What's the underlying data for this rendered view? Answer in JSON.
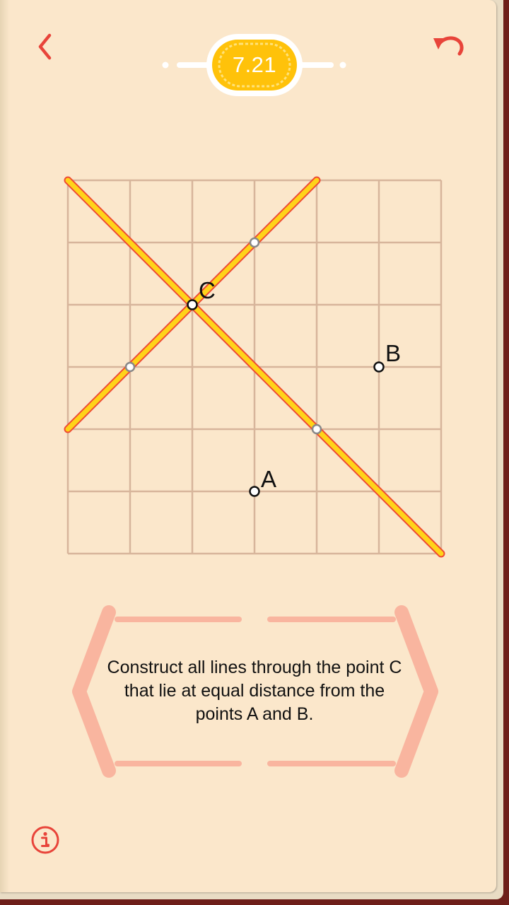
{
  "header": {
    "level": "7.21",
    "back_icon": "chevron-left-icon",
    "undo_icon": "undo-icon"
  },
  "board": {
    "grid": {
      "cols": 6,
      "rows": 6
    },
    "points": [
      {
        "id": "A",
        "label": "A",
        "x": 3,
        "y": 5
      },
      {
        "id": "B",
        "label": "B",
        "x": 5,
        "y": 3
      },
      {
        "id": "C",
        "label": "C",
        "x": 2,
        "y": 2
      }
    ],
    "constructed_lines": [
      {
        "from": [
          0,
          4
        ],
        "to": [
          4,
          0
        ],
        "marks": [
          [
            1,
            3
          ],
          [
            3,
            1
          ]
        ]
      },
      {
        "from": [
          0,
          0
        ],
        "to": [
          6,
          6
        ],
        "marks": [
          [
            4,
            4
          ]
        ]
      }
    ]
  },
  "task": {
    "text": "Construct all lines through the point C that lie at equal distance from the points A and B."
  },
  "footer": {
    "info_icon": "info-icon"
  },
  "colors": {
    "page_bg": "#fbe7cb",
    "book_cover": "#6e1f1a",
    "grid_line": "#d7b59b",
    "accent_red": "#e8443a",
    "line_fill": "#ffd319",
    "line_stroke": "#ee4a34",
    "badge_yellow": "#ffc20a",
    "frame_salmon": "#f9b59f"
  }
}
